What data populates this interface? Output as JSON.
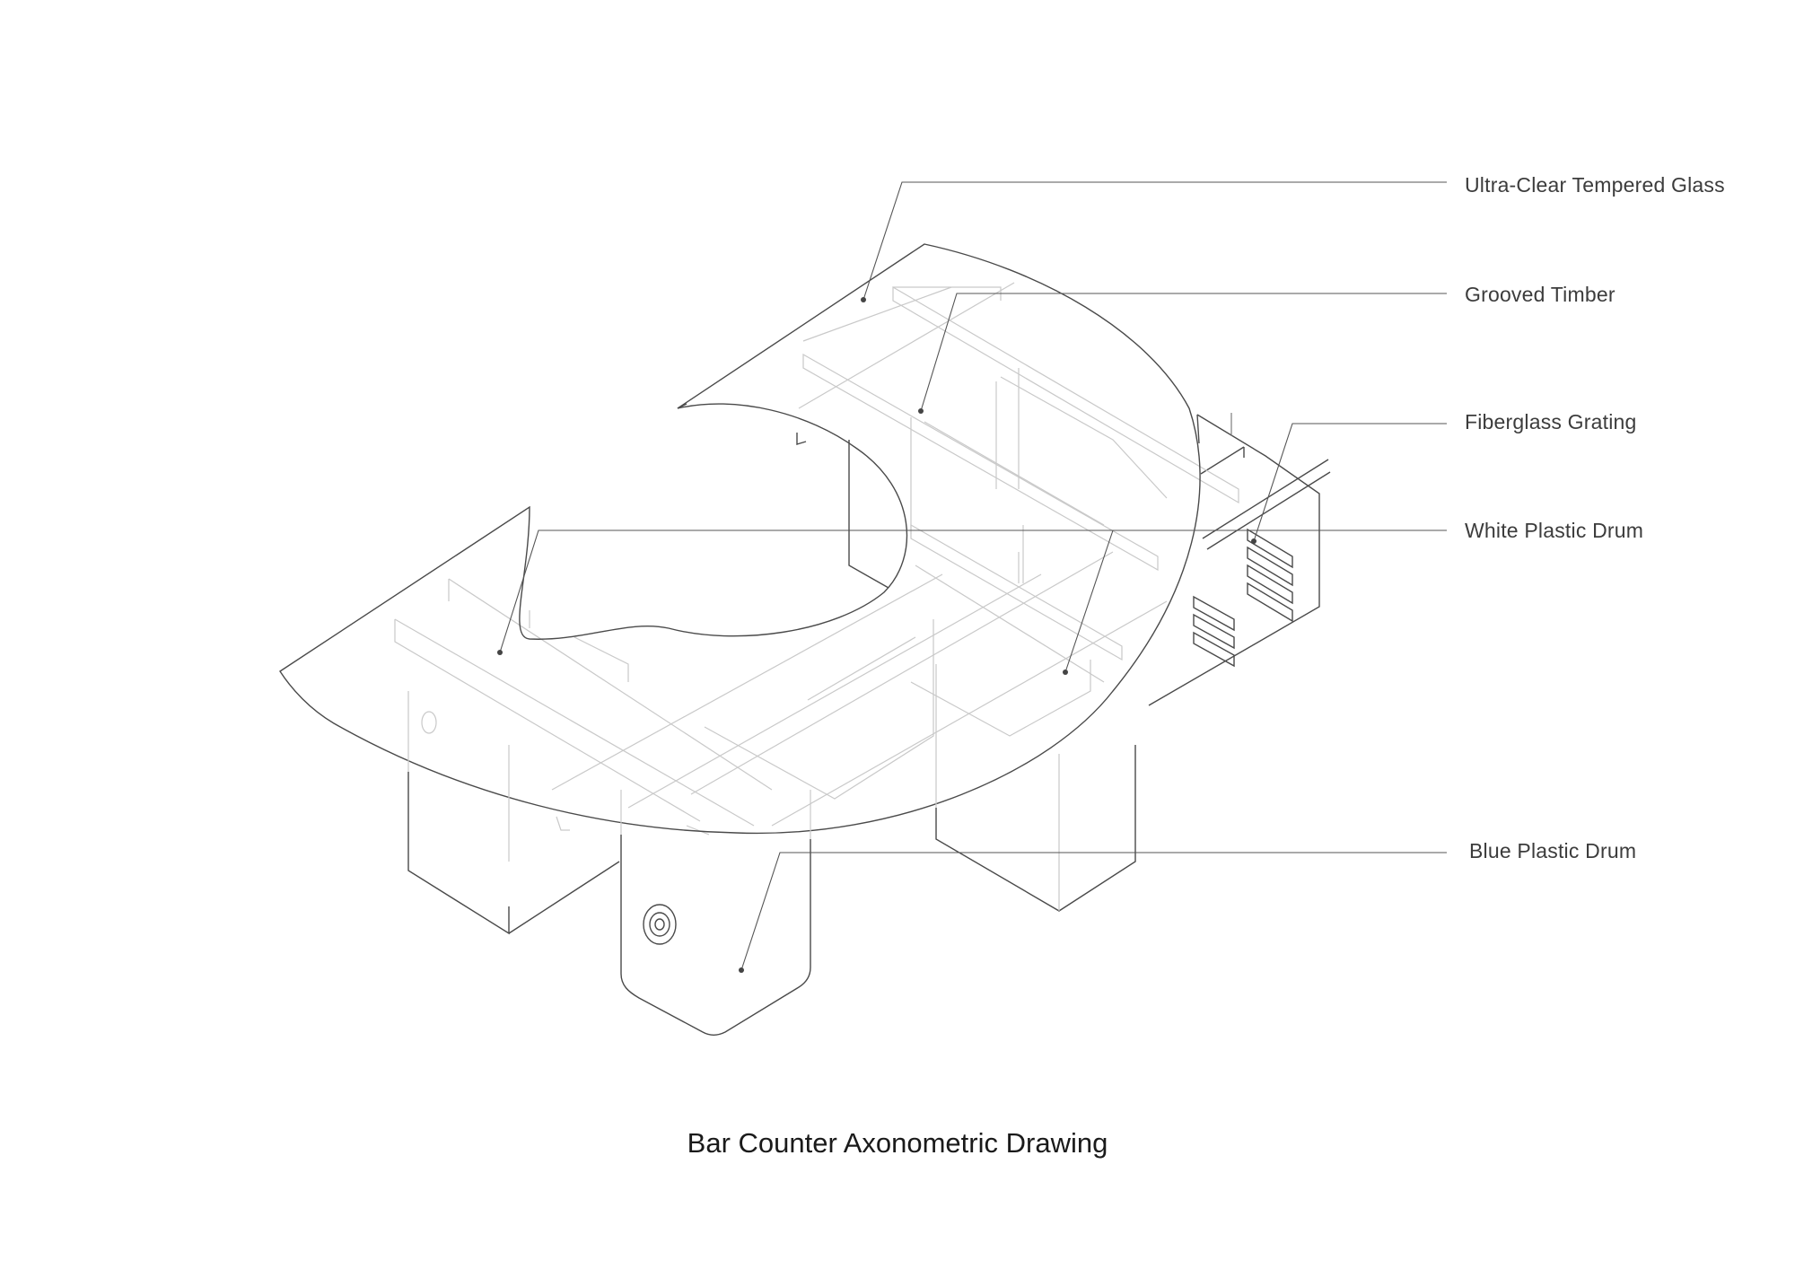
{
  "labels": {
    "glass": "Ultra-Clear Tempered Glass",
    "timber": "Grooved Timber",
    "grating": "Fiberglass Grating",
    "white_drum": "White Plastic Drum",
    "blue_drum": "Blue Plastic Drum"
  },
  "caption": "Bar Counter Axonometric Drawing"
}
